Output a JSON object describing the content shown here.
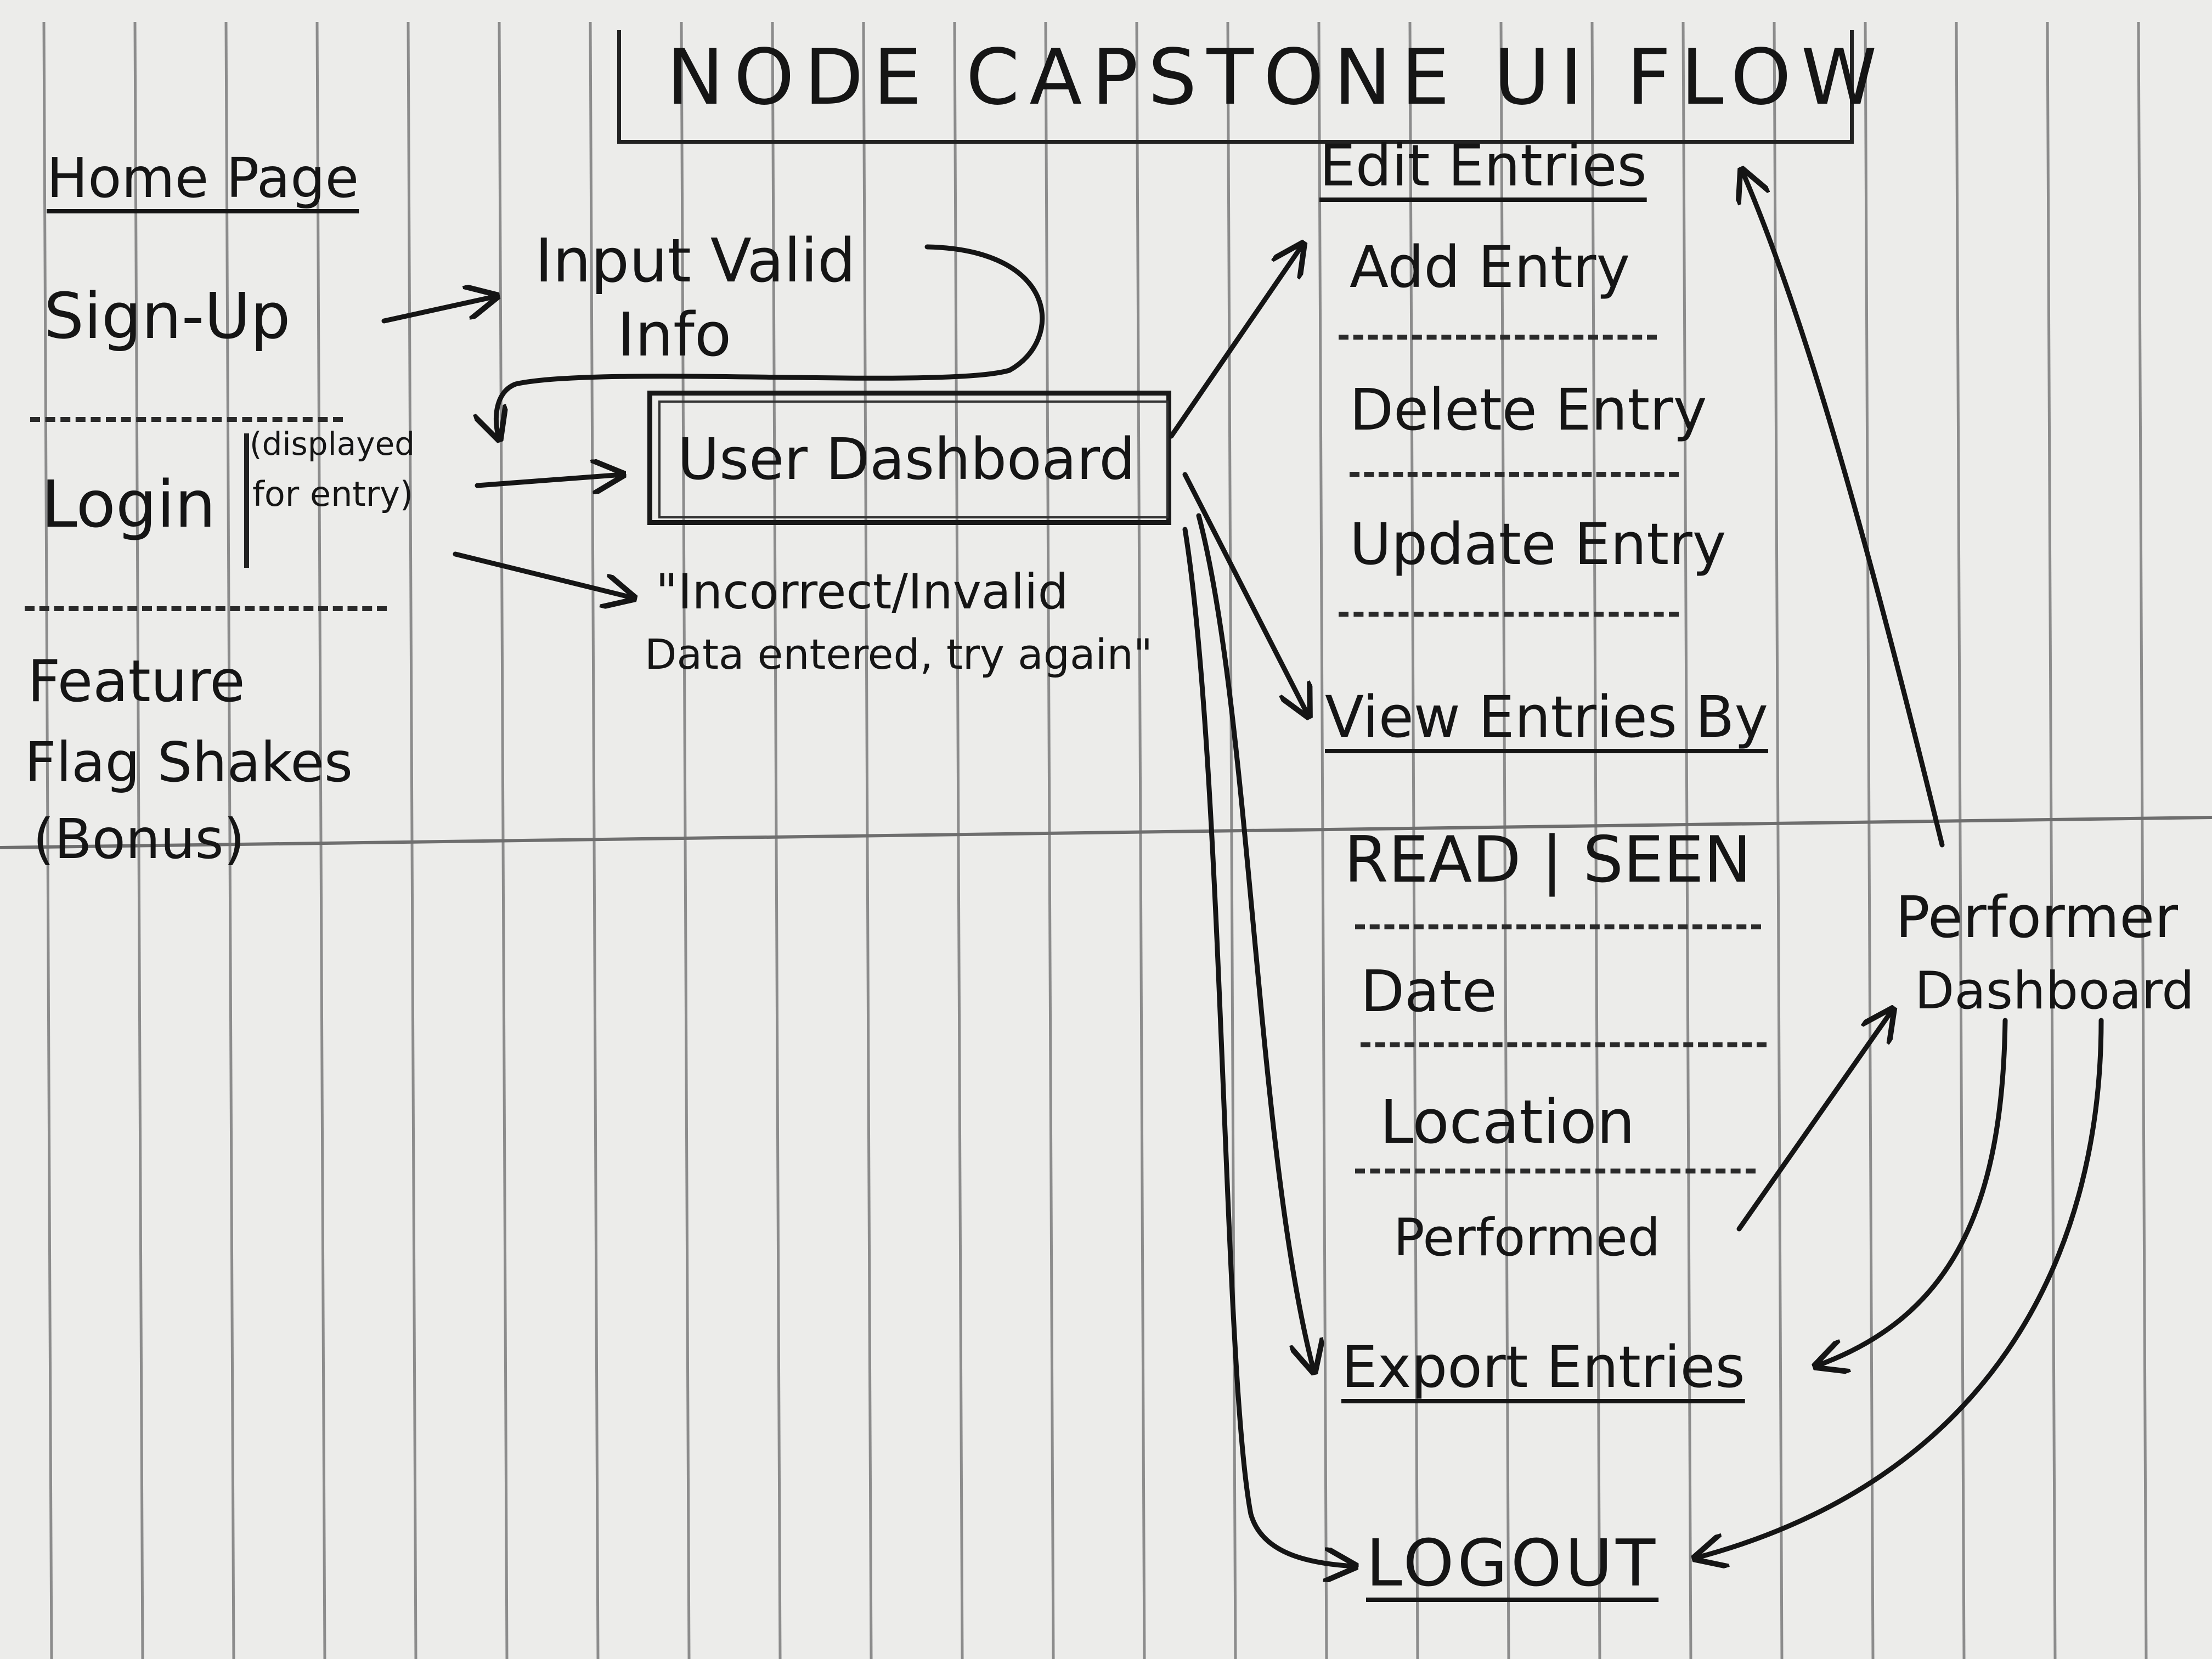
{
  "title": "NODE CAPSTONE UI FLOW",
  "home": {
    "heading": "Home Page",
    "signup": "Sign-Up",
    "login": "Login",
    "login_note_1": "(displayed",
    "login_note_2": "for entry)",
    "feature_1": "Feature",
    "feature_2": "Flag Shakes",
    "feature_3": "(Bonus)"
  },
  "signup_flow": {
    "input_1": "Input Valid",
    "input_2": "Info"
  },
  "error_flow": {
    "line_1": "\"Incorrect/Invalid",
    "line_2": "Data entered, try again\""
  },
  "dashboard": {
    "label": "User Dashboard"
  },
  "edit": {
    "heading": "Edit Entries",
    "add": "Add Entry",
    "delete": "Delete Entry",
    "update": "Update Entry"
  },
  "view": {
    "heading": "View Entries By",
    "read_seen": "READ | SEEN",
    "date": "Date",
    "location": "Location",
    "performed": "Performed"
  },
  "performer": {
    "line_1": "Performer",
    "line_2": "Dashboard"
  },
  "export": {
    "label": "Export Entries"
  },
  "logout": {
    "label": "LOGOUT"
  },
  "colors": {
    "paper": "#ececea",
    "ink": "#151515",
    "rule": "#8c8c8c"
  }
}
